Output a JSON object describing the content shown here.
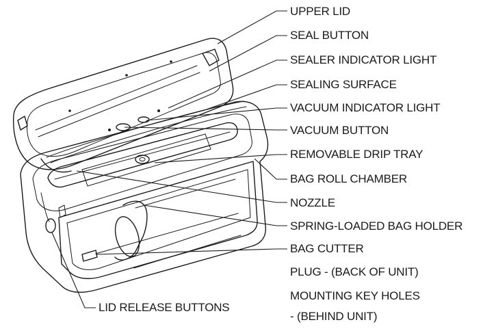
{
  "labels": {
    "upper_lid": "UPPER LID",
    "seal_button": "SEAL BUTTON",
    "sealer_indicator_light": "SEALER INDICATOR LIGHT",
    "sealing_surface": "SEALING SURFACE",
    "vacuum_indicator_light": "VACUUM INDICATOR LIGHT",
    "vacuum_button": "VACUUM BUTTON",
    "removable_drip_tray": "REMOVABLE DRIP TRAY",
    "bag_roll_chamber": "BAG ROLL CHAMBER",
    "nozzle": "NOZZLE",
    "spring_loaded_bag_holder": "SPRING-LOADED BAG HOLDER",
    "bag_cutter": "BAG CUTTER",
    "plug": "PLUG - (BACK OF UNIT)",
    "mounting_key_holes": "MOUNTING KEY HOLES",
    "mounting_key_holes_note": " - (BEHIND UNIT)",
    "lid_release_buttons": "LID RELEASE BUTTONS"
  }
}
